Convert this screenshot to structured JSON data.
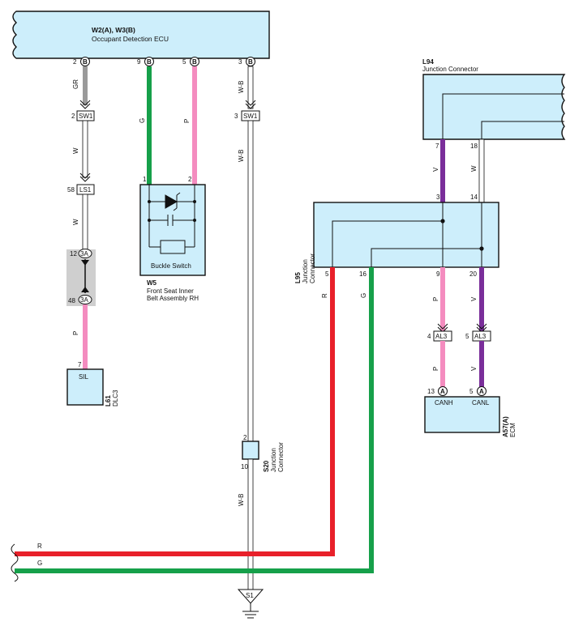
{
  "ecu_w2": {
    "connector": "W2(A), W3(B)",
    "name": "Occupant Detection ECU"
  },
  "l94": {
    "connector": "L94",
    "name": "Junction Connector"
  },
  "l95": {
    "connector": "L95",
    "name_line1": "Junction",
    "name_line2": "Connector"
  },
  "w5": {
    "connector": "W5",
    "name_line1": "Front Seat Inner",
    "name_line2": "Belt Assembly RH",
    "switch_label": "Buckle Switch"
  },
  "l61": {
    "connector": "L61",
    "name": "DLC3",
    "terminal": "SIL"
  },
  "s20": {
    "connector": "S20",
    "name_line1": "Junction",
    "name_line2": "Connector"
  },
  "a57": {
    "connector": "A57(A)",
    "name": "ECM",
    "canh": "CANH",
    "canl": "CANL"
  },
  "ground": {
    "label": "S1"
  },
  "pins": {
    "ecu_2": "2",
    "ecu_9": "9",
    "ecu_5": "5",
    "ecu_3": "3",
    "ecu_letter": "B",
    "sw1_2": "2",
    "sw1_3": "3",
    "sw1": "SW1",
    "ls1_58": "58",
    "ls1": "LS1",
    "j3a_12": "12",
    "j3a_48": "48",
    "j3a": "3A",
    "dlc_7": "7",
    "w5_1": "1",
    "w5_2": "2",
    "l94_7": "7",
    "l94_18": "18",
    "l95_3": "3",
    "l95_14": "14",
    "l95_5": "5",
    "l95_16": "16",
    "l95_9": "9",
    "l95_20": "20",
    "al3_4": "4",
    "al3_5": "5",
    "al3": "AL3",
    "ecm_13": "13",
    "ecm_5": "5",
    "ecm_letter": "A",
    "s20_2": "2",
    "s20_10": "10"
  },
  "wires": {
    "gr": "GR",
    "w": "W",
    "p": "P",
    "g": "G",
    "wb": "W-B",
    "v": "V",
    "r": "R"
  },
  "colors": {
    "box_fill": "#cdeefb",
    "green": "#16a04a",
    "pink": "#f48cbf",
    "red": "#e8202a",
    "purple": "#7a2e9a",
    "gray": "#9a9a9a",
    "joint_gray": "#cfcfcf"
  }
}
